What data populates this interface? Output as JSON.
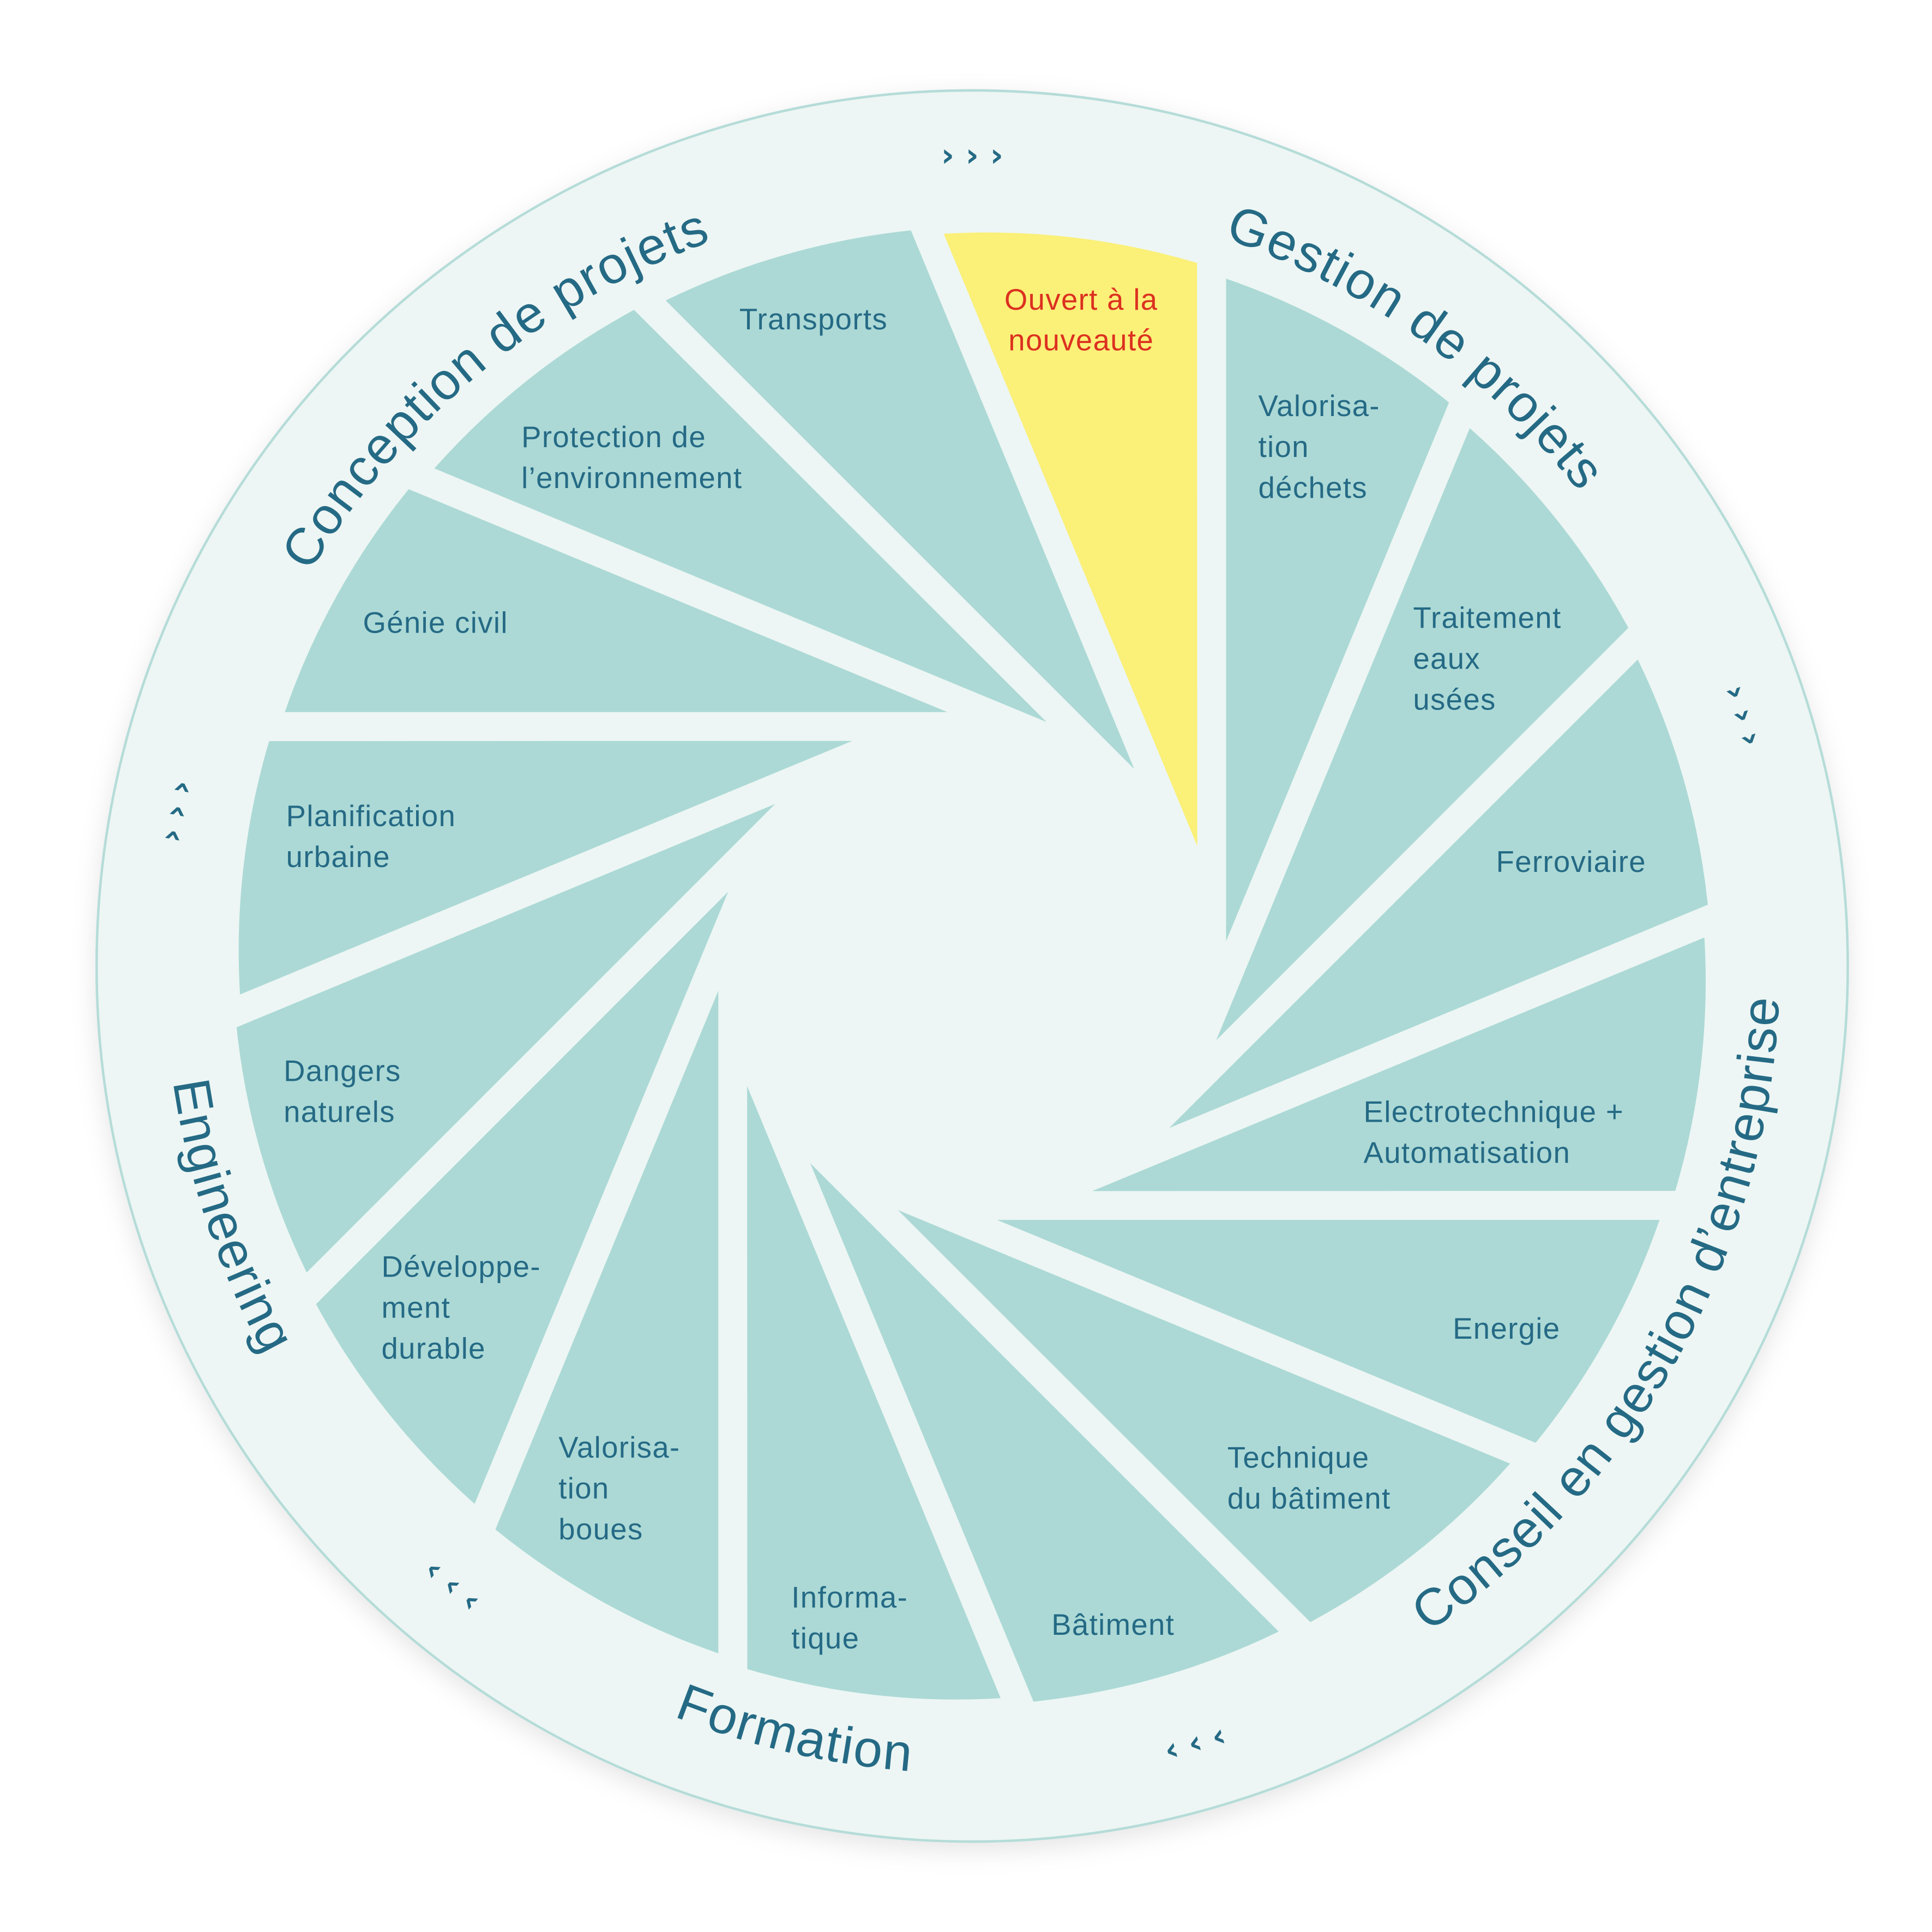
{
  "colors": {
    "background": "#ffffff",
    "disc": "#EDF6F4",
    "disc_border": "#B5DCD8",
    "segment": "#ACD9D6",
    "highlight_segment": "#FBF078",
    "text": "#256A85",
    "highlight_text": "#DC3020"
  },
  "segments": [
    {
      "lines": [
        "Ouvert à la",
        "nouveauté"
      ],
      "highlight": true
    },
    {
      "lines": [
        "Valorisa-",
        "tion",
        "déchets"
      ]
    },
    {
      "lines": [
        "Traitement",
        "eaux",
        "usées"
      ]
    },
    {
      "lines": [
        "Ferroviaire"
      ]
    },
    {
      "lines": [
        "Electrotechnique +",
        "Automatisation"
      ]
    },
    {
      "lines": [
        "Energie"
      ]
    },
    {
      "lines": [
        "Technique",
        "du bâtiment"
      ]
    },
    {
      "lines": [
        "Bâtiment"
      ]
    },
    {
      "lines": [
        "Informa-",
        "tique"
      ]
    },
    {
      "lines": [
        "Valorisa-",
        "tion",
        "boues"
      ]
    },
    {
      "lines": [
        "Développe-",
        "ment",
        "durable"
      ]
    },
    {
      "lines": [
        "Dangers",
        "naturels"
      ]
    },
    {
      "lines": [
        "Planification",
        "urbaine"
      ]
    },
    {
      "lines": [
        "Génie civil"
      ]
    },
    {
      "lines": [
        "Protection de",
        "l’environnement"
      ]
    },
    {
      "lines": [
        "Transports"
      ]
    }
  ],
  "categories": [
    {
      "label": "Gestion de projets"
    },
    {
      "label": "Conseil en gestion d’entreprise"
    },
    {
      "label": "Formation"
    },
    {
      "label": "Engineering"
    },
    {
      "label": "Conception de projets"
    }
  ],
  "flow_arrows": {
    "glyph": "› › ›",
    "icon": "chevron-right-icon"
  }
}
